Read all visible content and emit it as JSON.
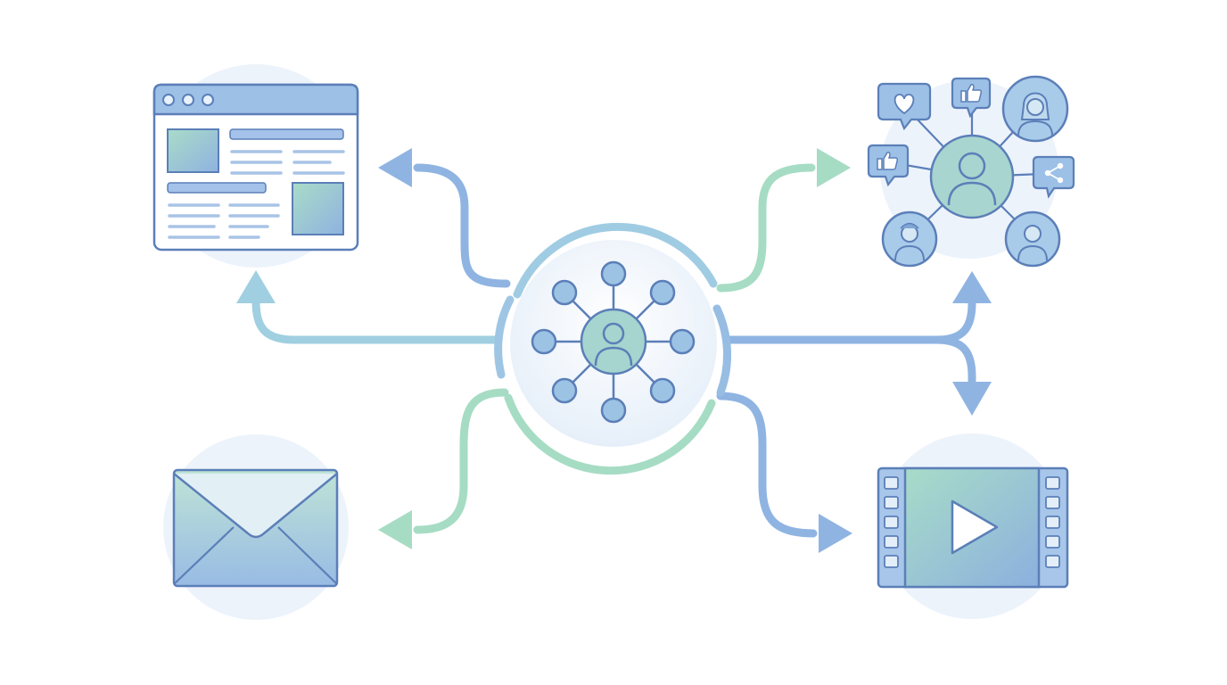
{
  "diagram": {
    "center": {
      "icon": "network-hub-icon",
      "person_icon": "user-icon"
    },
    "channels": [
      {
        "id": "web",
        "icon": "browser-window-icon"
      },
      {
        "id": "social",
        "icon": "social-network-icon"
      },
      {
        "id": "email",
        "icon": "envelope-icon"
      },
      {
        "id": "video",
        "icon": "video-film-icon"
      }
    ],
    "social_badges": [
      "heart-bubble-icon",
      "thumbs-up-bubble-icon",
      "thumbs-up-bubble-icon",
      "share-bubble-icon"
    ]
  },
  "colors": {
    "stroke": "#5b7fb8",
    "blue": "#8fb4e2",
    "green": "#a6dcc4",
    "fill_light": "#eaf1fa",
    "halo": "#e9f1fb"
  }
}
